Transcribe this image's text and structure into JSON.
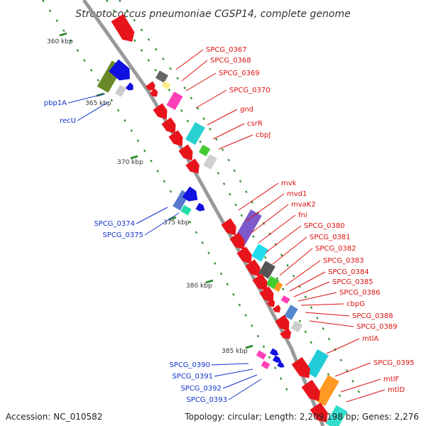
{
  "title": "Streptococcus pneumoniae CGSP14, complete genome",
  "footer": {
    "accession": "Accession: NC_010582",
    "summary": "Topology: circular; Length: 2,209,198 bp; Genes: 2,276"
  },
  "colors": {
    "forward_label": "#dd1111",
    "reverse_label": "#1133cc",
    "backbone": "#999999",
    "tick": "#2e8b2e"
  },
  "scale_ticks": [
    "360 kbp",
    "365 kbp",
    "370 kbp",
    "375 kbp",
    "380 kbp",
    "385 kbp"
  ],
  "forward_genes": [
    "SPCG_0367",
    "SPCG_0368",
    "SPCG_0369",
    "SPCG_0370",
    "gnd",
    "csrR",
    "cbpJ",
    "mvk",
    "mvd1",
    "mvaK2",
    "fni",
    "SPCG_0380",
    "SPCG_0381",
    "SPCG_0382",
    "SPCG_0383",
    "SPCG_0384",
    "SPCG_0385",
    "SPCG_0386",
    "cbpG",
    "SPCG_0388",
    "SPCG_0389",
    "mtlA",
    "SPCG_0395",
    "mtlF",
    "mtlD"
  ],
  "reverse_genes": [
    "pbp1A",
    "recU",
    "SPCG_0374",
    "SPCG_0375",
    "SPCG_0390",
    "SPCG_0391",
    "SPCG_0392",
    "SPCG_0393"
  ]
}
